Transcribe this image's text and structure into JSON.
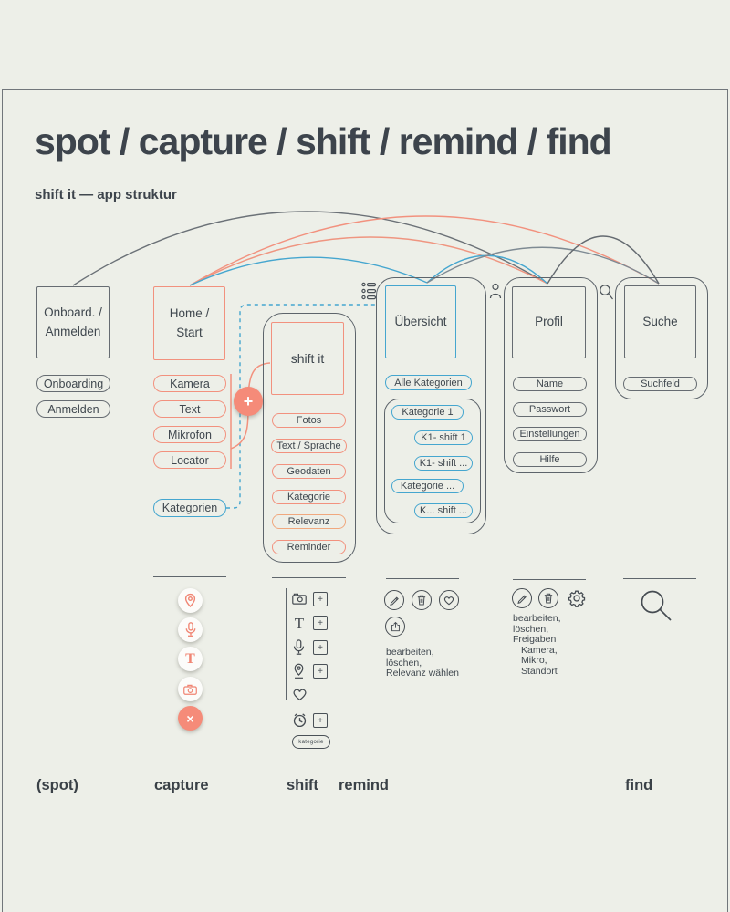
{
  "header": {
    "title": "spot / capture / shift / remind / find",
    "subtitle": "shift it — app struktur"
  },
  "onboard": {
    "title_line1": "Onboard. /",
    "title_line2": "Anmelden",
    "pills": [
      "Onboarding",
      "Anmelden"
    ]
  },
  "home": {
    "title_line1": "Home /",
    "title_line2": "Start",
    "pills": [
      "Kamera",
      "Text",
      "Mikrofon",
      "Locator"
    ],
    "kategorien": "Kategorien"
  },
  "phone": {
    "title": "shift it",
    "pills": [
      "Fotos",
      "Text / Sprache",
      "Geodaten",
      "Kategorie",
      "Relevanz",
      "Reminder"
    ]
  },
  "uebersicht": {
    "title": "Übersicht",
    "all_pill": "Alle Kategorien",
    "pills": [
      "Kategorie 1",
      "K1- shift 1",
      "K1- shift ...",
      "Kategorie ...",
      "K... shift ..."
    ]
  },
  "profil": {
    "title": "Profil",
    "pills": [
      "Name",
      "Passwort",
      "Einstellungen",
      "Hilfe"
    ]
  },
  "suche": {
    "title": "Suche",
    "pill": "Suchfeld"
  },
  "notes": {
    "remind": [
      "bearbeiten,",
      "löschen,",
      "Relevanz wählen"
    ],
    "profil": [
      "bearbeiten,",
      "löschen,",
      "Freigaben",
      "Kamera,",
      "Mikro,",
      "Standort"
    ],
    "kategorie_pill": "kategorie"
  },
  "footer": {
    "spot": "(spot)",
    "capture": "capture",
    "shift": "shift",
    "remind": "remind",
    "find": "find"
  },
  "glyphs": {
    "plus": "+",
    "close": "×",
    "text_tool": "T"
  },
  "icons": {
    "capture_buttons": [
      "location-pin",
      "microphone",
      "text",
      "camera",
      "close"
    ],
    "shift_rows": [
      "camera",
      "text",
      "microphone",
      "location-pin",
      "heart",
      "alarm-clock"
    ],
    "remind_actions": [
      "edit-pencil",
      "trash",
      "heart",
      "share"
    ],
    "profil_actions": [
      "edit-pencil",
      "trash",
      "gear"
    ],
    "find_action": "magnifier"
  },
  "colors": {
    "background": "#edefe8",
    "ink": "#3e454d",
    "line": "#5d646b",
    "salmon": "#f2917e",
    "salmon_fill": "#f58b79",
    "blue": "#45a6cf",
    "steel": "#7e8a93"
  }
}
